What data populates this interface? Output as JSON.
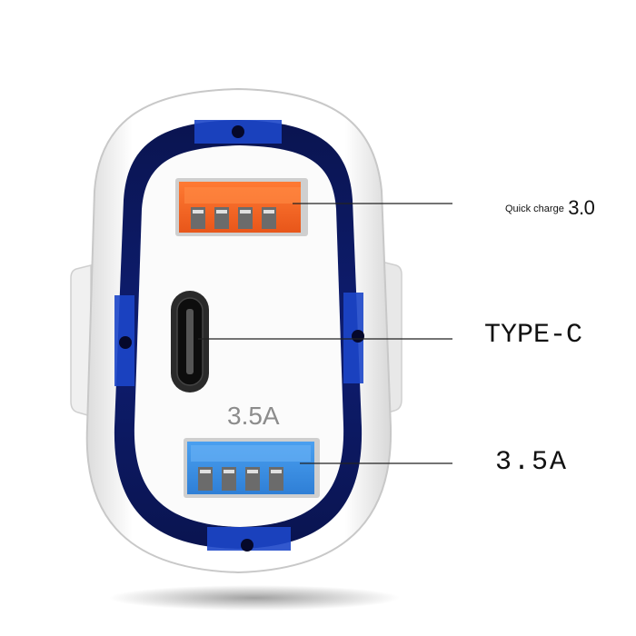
{
  "labels": {
    "quick_charge_prefix": "Quick charge",
    "quick_charge_version": "3.0",
    "type_c": "TYPE-C",
    "usb_right": "3.5A",
    "usb_inner": "3.5A"
  },
  "colors": {
    "ring_dark": "#0d1a66",
    "ring_glow": "#1f4fd8",
    "qc_port": "#f06a2a",
    "usb_port": "#3b8fe6",
    "body": "#ffffff",
    "leader_line": "#222222"
  }
}
